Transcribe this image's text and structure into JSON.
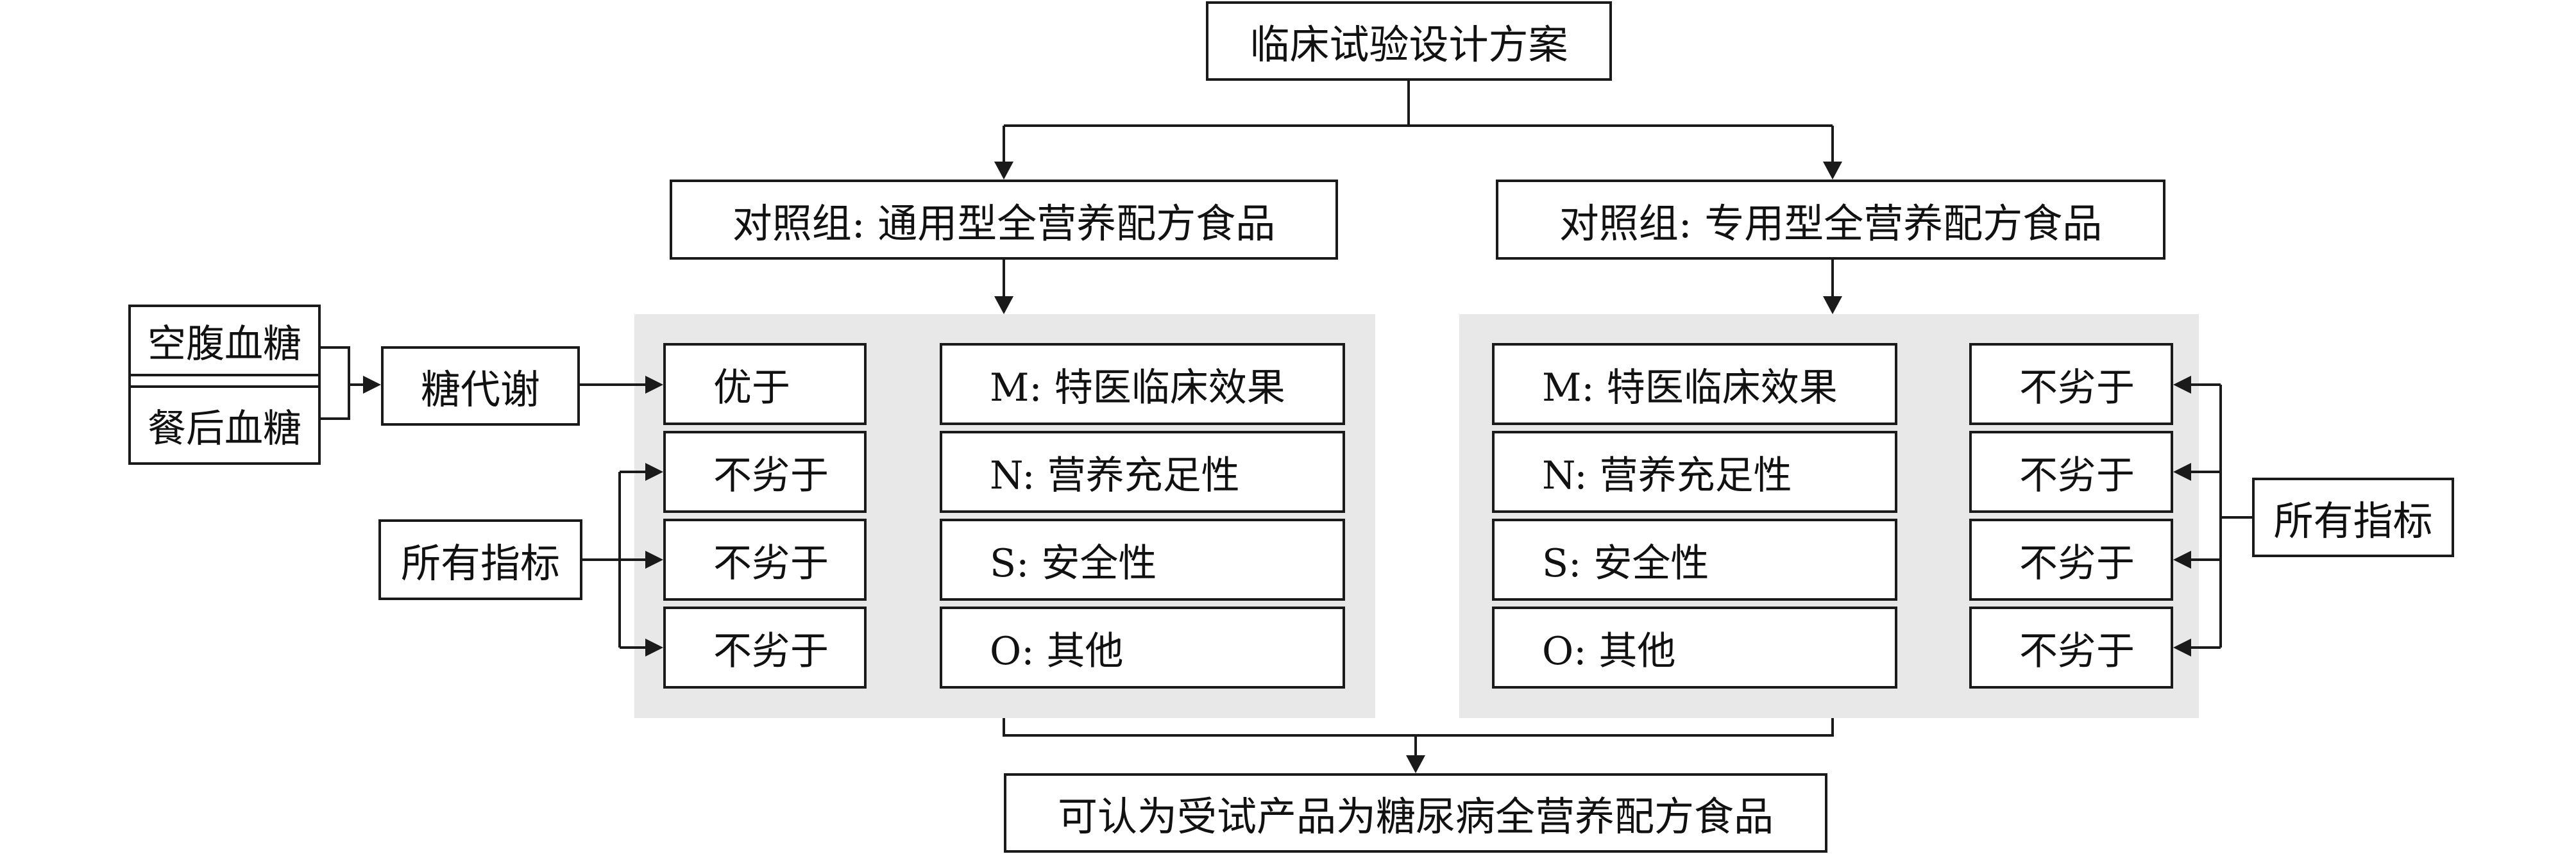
{
  "top": {
    "title": "临床试验设计方案"
  },
  "control_groups": {
    "left": "对照组: 通用型全营养配方食品",
    "right": "对照组: 专用型全营养配方食品"
  },
  "inputs": {
    "fasting_glucose": "空腹血糖",
    "postprandial_glucose": "餐后血糖",
    "glucose_metabolism": "糖代谢",
    "all_indicators": "所有指标"
  },
  "criteria": {
    "superior": "优于",
    "non_inferior": "不劣于"
  },
  "metrics": {
    "m": "M: 特医临床效果",
    "n": "N: 营养充足性",
    "s": "S: 安全性",
    "o": "O: 其他"
  },
  "conclusion": "可认为受试产品为糖尿病全营养配方食品"
}
